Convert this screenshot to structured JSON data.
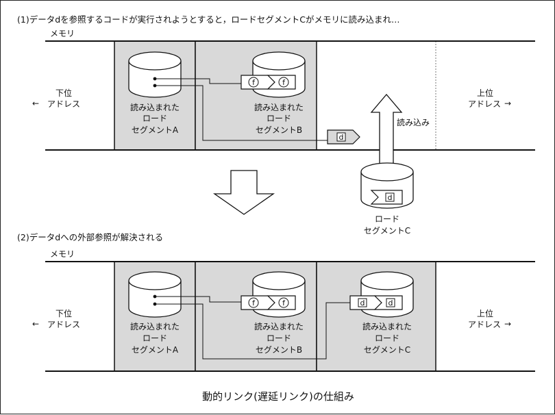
{
  "step1": {
    "heading": "(1)データdを参照するコードが実行されようとすると，ロードセグメントCがメモリに読み込まれ…",
    "memory_label": "メモリ",
    "lower_address": [
      "下位",
      "アドレス"
    ],
    "upper_address": [
      "上位",
      "アドレス"
    ],
    "segment_a": [
      "読み込まれた",
      "ロード",
      "セグメントA"
    ],
    "segment_b": [
      "読み込まれた",
      "ロード",
      "セグメントB"
    ],
    "load_label": "読み込み",
    "disk_segment_c": [
      "ロード",
      "セグメントC"
    ]
  },
  "step2": {
    "heading": "(2)データdへの外部参照が解決される",
    "memory_label": "メモリ",
    "lower_address": [
      "下位",
      "アドレス"
    ],
    "upper_address": [
      "上位",
      "アドレス"
    ],
    "segment_a": [
      "読み込まれた",
      "ロード",
      "セグメントA"
    ],
    "segment_b": [
      "読み込まれた",
      "ロード",
      "セグメントB"
    ],
    "segment_c": [
      "読み込まれた",
      "ロード",
      "セグメントC"
    ]
  },
  "symbols": {
    "function": "f",
    "data": "d"
  },
  "arrows": {
    "left": "←",
    "right": "→"
  },
  "caption": "動的リンク(遅延リンク)の仕組み",
  "colors": {
    "segment_fill": "#d9d9d9",
    "line": "#111111",
    "arrow_fill": "#ffffff"
  }
}
